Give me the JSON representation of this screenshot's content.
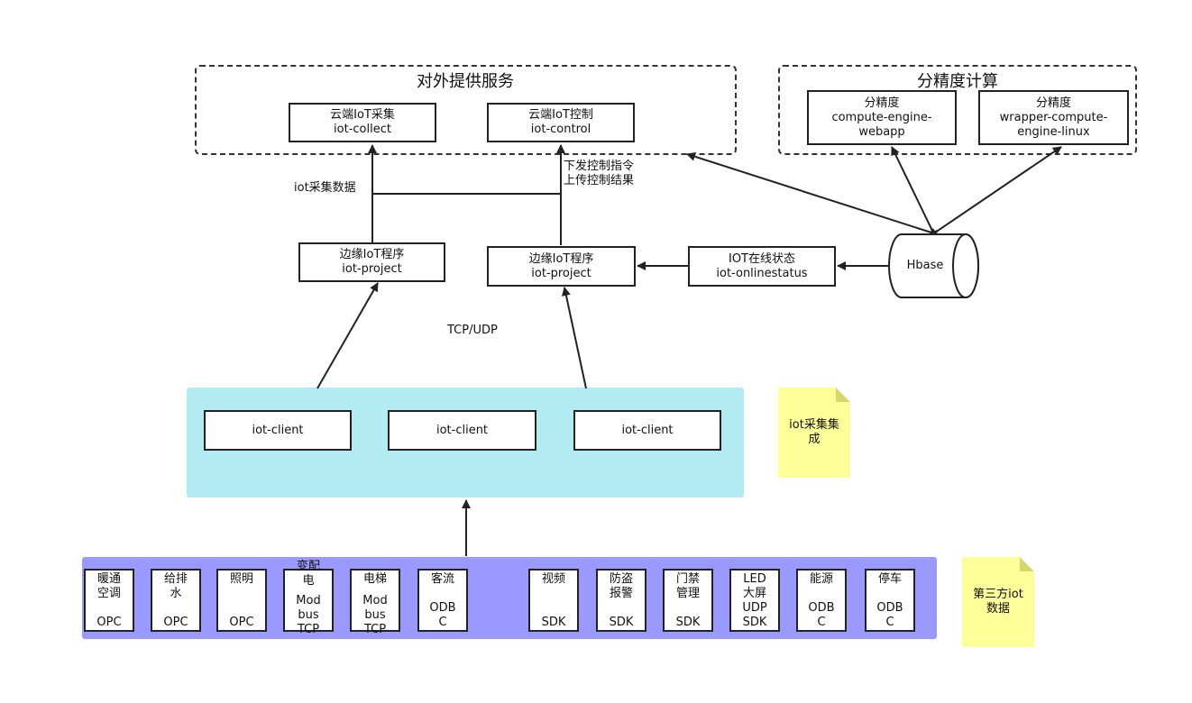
{
  "groups": {
    "external": {
      "title": "对外提供服务"
    },
    "precision": {
      "title": "分精度计算"
    }
  },
  "services": {
    "collect": {
      "line1": "云端IoT采集",
      "line2": "iot-collect"
    },
    "control": {
      "line1": "云端IoT控制",
      "line2": "iot-control"
    }
  },
  "engines": {
    "webapp": {
      "line1": "分精度",
      "line2": "compute-engine-",
      "line3": "webapp"
    },
    "linux": {
      "line1": "分精度",
      "line2": "wrapper-compute-",
      "line3": "engine-linux"
    }
  },
  "edges": {
    "collect_data": "iot采集数据",
    "control_line1": "下发控制指令",
    "control_line2": "上传控制结果",
    "protocol": "TCP/UDP"
  },
  "edge_programs": {
    "left": {
      "line1": "边缘IoT程序",
      "line2": "iot-project"
    },
    "right": {
      "line1": "边缘IoT程序",
      "line2": "iot-project"
    }
  },
  "online_status": {
    "line1": "IOT在线状态",
    "line2": "iot-onlinestatus"
  },
  "hbase": {
    "label": "Hbase"
  },
  "clients": [
    "iot-client",
    "iot-client",
    "iot-client"
  ],
  "notes": {
    "integration": {
      "line1": "iot采集集",
      "line2": "成"
    },
    "third_party": {
      "line1": "第三方iot",
      "line2": "数据"
    }
  },
  "devices": [
    {
      "top": "暖通\n空调",
      "bottom": "OPC"
    },
    {
      "top": "给排\n水",
      "bottom": "OPC"
    },
    {
      "top": "照明",
      "bottom": "OPC"
    },
    {
      "top": "变配\n电",
      "bottom": "Mod\nbus\nTCP"
    },
    {
      "top": "电梯",
      "bottom": "Mod\nbus\nTCP"
    },
    {
      "top": "客流",
      "bottom": "ODB\nC"
    },
    {
      "top": "视频",
      "bottom": "SDK"
    },
    {
      "top": "防盗\n报警",
      "bottom": "SDK"
    },
    {
      "top": "门禁\n管理",
      "bottom": "SDK"
    },
    {
      "top": "LED\n大屏",
      "bottom": "UDP\nSDK"
    },
    {
      "top": "能源",
      "bottom": "ODB\nC"
    },
    {
      "top": "停车",
      "bottom": "ODB\nC"
    }
  ]
}
